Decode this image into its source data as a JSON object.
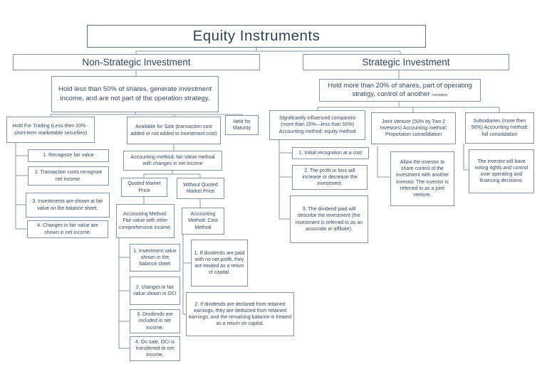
{
  "colors": {
    "box_border": "#8394a8",
    "title_border": "#5d6e82",
    "text": "#37495f",
    "connector_line": "#8a96a4",
    "background": "#ffffff"
  },
  "diagram": {
    "title": "Equity Instruments",
    "non_strategic": {
      "label": "Non-Strategic Investment",
      "description": "Hold less than 50% of shares, generate investment income, and are not part of the operation strategy.",
      "hold_for_trading": {
        "label": "Hold For Trading (Less then 20% -short-term marketable securities)",
        "items": [
          "1. Recognize fair value",
          "2. Transaction costs recognize net income.",
          "3. Investments are shown at fair value on the balance sheet.",
          "4. Changes in fair value are shown in net income."
        ]
      },
      "available_for_sale": {
        "label": "Available for Sale (transaction cost added or not added to investment cost)",
        "accounting_method": "Accounting method: fair Value method with changes in net income",
        "quoted_market_price": {
          "label": "Quoted Market Price",
          "method": "Accounting Method: Fair value with other comprehensive income.",
          "items": [
            "1. Investment value shown in the balance sheet",
            "2. changes in fair value shown in OCI",
            "3. Dividends are included in net income.",
            "4. On sale, OCI is transferred to net income."
          ]
        },
        "without_quoted_market_price": {
          "label": "Without Quoted Market Price",
          "method": "Accounting Method: Cost Method",
          "items": [
            "1. If dividends are paid with no net profit, they are treated as a return of capital.",
            "2. If dividends are declared from retained earnings, they are deducted from retained earnings, and the remaining balance is treated as a return on capital."
          ]
        }
      },
      "held_for_maturity": {
        "label": "Held for Maturity"
      }
    },
    "strategic": {
      "label": "Strategic Investment",
      "description": "Hold more than 20% of shares, part of operating stratigy, control of another",
      "description_small": "company",
      "significantly_influenced": {
        "label": "Significantly influenced companies (more than 20%—less than 50%) Accounting method: equity method",
        "items": [
          "1. Initial recognition at a cost",
          "2. The profit or loss will increase or decrease the investment.",
          "3. The dividend paid will describe the investment (the investment is referred to as an associate or affiliate)."
        ]
      },
      "joint_venture": {
        "label": "Joint Venture (50% by Two 2 Investors) Accounting method: Proporation consolidation",
        "note": "Allow the investor to share control of the investment with another investor. The investor is referred to as a joint venture."
      },
      "subsidiaries": {
        "label": "Subsidiaries (more then 50%) Accounting method: full consoidation",
        "note": "The investor will have voting rights and control over operating and financing decisions."
      }
    }
  }
}
